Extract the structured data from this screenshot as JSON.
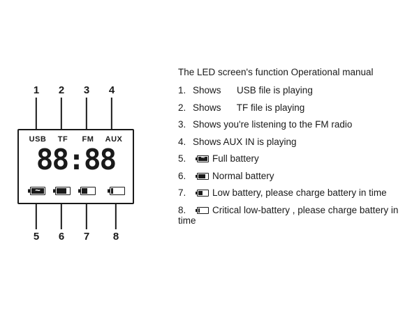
{
  "diagram": {
    "callouts_top": [
      "1",
      "2",
      "3",
      "4"
    ],
    "callouts_bottom": [
      "5",
      "6",
      "7",
      "8"
    ],
    "display": {
      "modes": [
        "USB",
        "TF",
        "FM",
        "AUX"
      ],
      "time": "88:88",
      "battery_icons": [
        "full-battery-icon",
        "normal-battery-icon",
        "low-battery-icon",
        "critical-battery-icon"
      ]
    }
  },
  "manual": {
    "title": "The LED screen's function Operational manual",
    "items": [
      {
        "num": "1.",
        "text": "Shows      USB file is playing"
      },
      {
        "num": "2.",
        "text": "Shows      TF file is playing"
      },
      {
        "num": "3.",
        "text": "Shows you're listening to the FM radio"
      },
      {
        "num": "4.",
        "text": "Shows AUX IN is playing"
      },
      {
        "num": "5.",
        "icon": "full-battery-icon",
        "text": "Full battery"
      },
      {
        "num": "6.",
        "icon": "normal-battery-icon",
        "text": "Normal battery"
      },
      {
        "num": "7.",
        "icon": "low-battery-icon",
        "text": "Low battery, please charge battery in time"
      },
      {
        "num": "8.",
        "icon": "critical-battery-icon",
        "text": "Critical low-battery , please charge battery in time"
      }
    ]
  }
}
